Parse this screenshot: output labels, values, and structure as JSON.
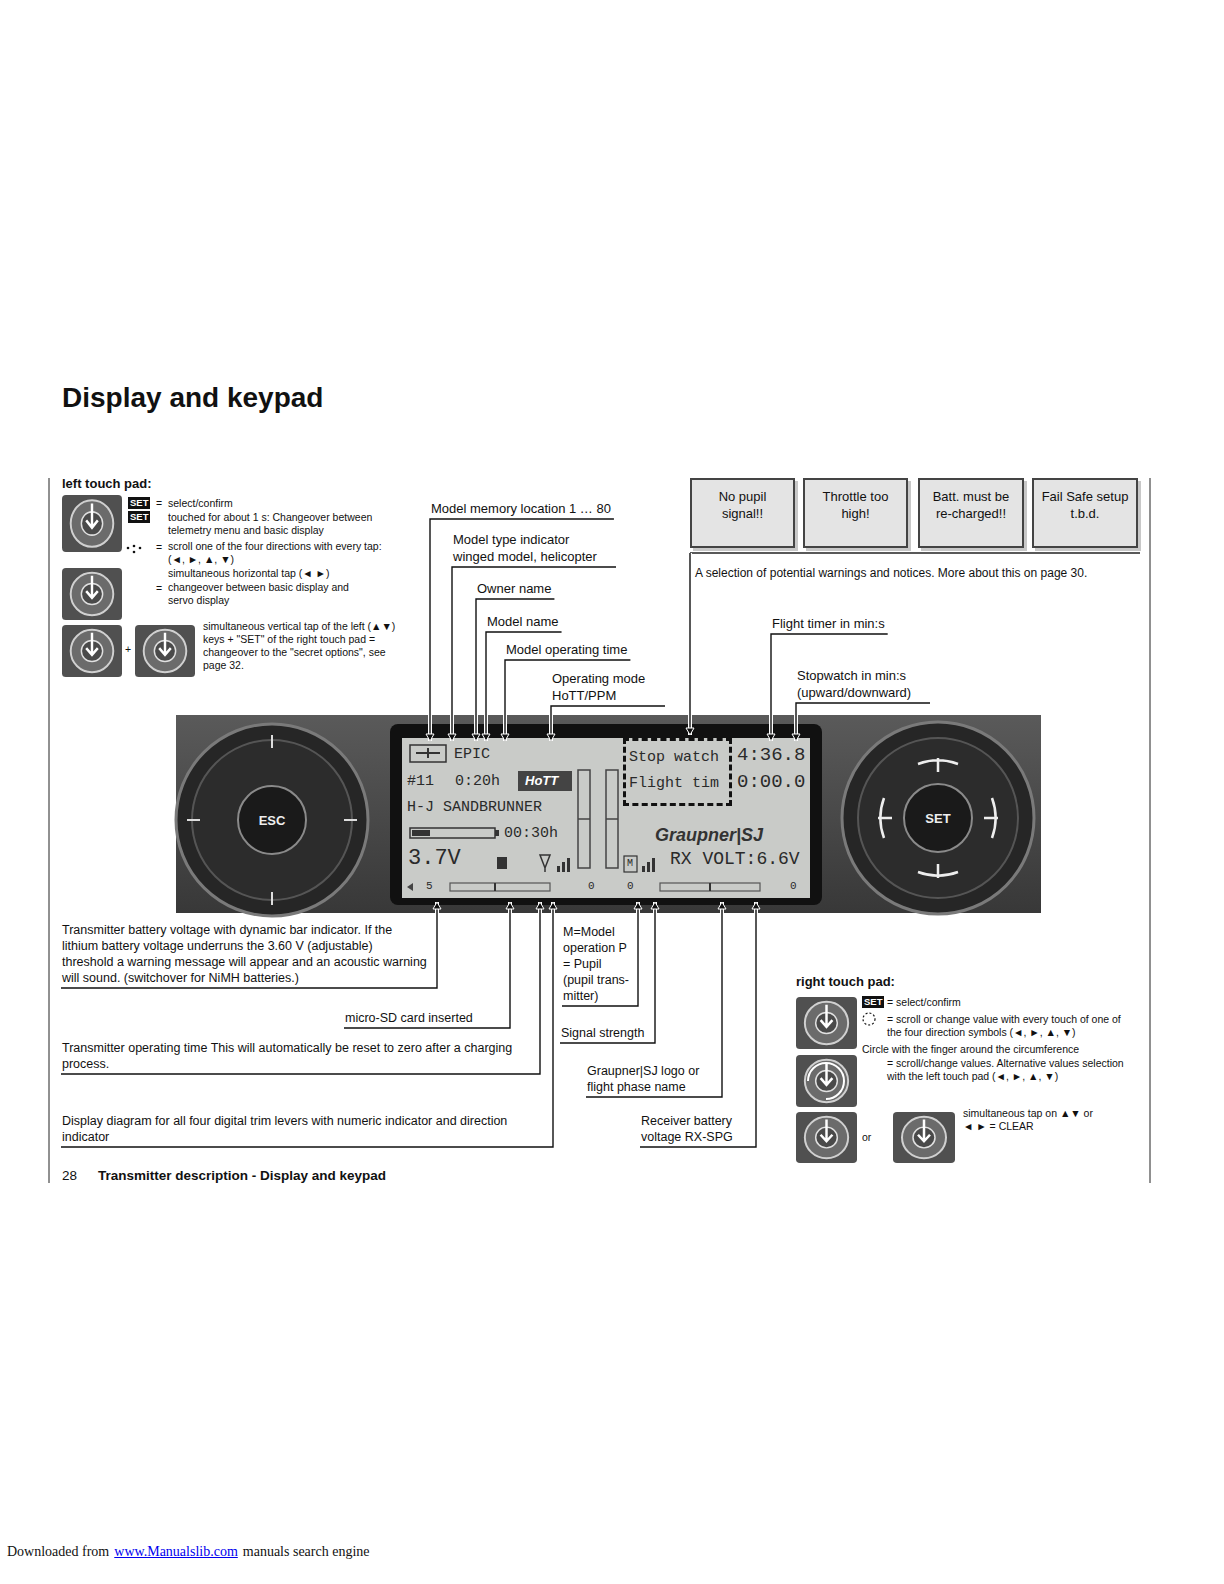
{
  "diagram": {
    "title": "Display and keypad",
    "nodes": [
      {
        "text": [
          "No pupil signal!!"
        ]
      },
      {
        "text": [
          "Throttle too high!"
        ]
      },
      {
        "text": [
          "Batt. must be re-charged!!"
        ]
      },
      {
        "text": [
          "Fail Safe setup t.b.d."
        ]
      },
      {
        "text": [
          "Stop watch",
          "Flight tim"
        ]
      },
      {
        "text": [
          "ESC"
        ]
      },
      {
        "text": [
          "SET"
        ]
      }
    ],
    "labels": [
      "left touch pad:",
      "SET",
      "SET",
      "=",
      "select/confirm",
      "touched for about 1 s: Changeover between telemetry menu and basic display",
      "=",
      "scroll one of the four directions with every tap: (◄, ►, ▲, ▼)",
      "simultaneous horizontal tap (◄ ►)",
      "=",
      "changeover between basic display and servo display",
      "+",
      "simultaneous vertical tap of the left (▲▼) keys + \"SET\" of the right touch pad = changeover to the \"secret options\", see page 32.",
      "Model memory location 1 … 80",
      "Model type indicator winged model, helicopter",
      "Owner name",
      "Model name",
      "Model operating time",
      "Operating mode HoTT/PPM",
      "A selection of potential warnings and notices. More about this on page 30.",
      "Flight timer in min:s",
      "Stopwatch in min:s (upward/downward)",
      "EPIC",
      "#11",
      "0:20h",
      "HoTT",
      "H-J SANDBRUNNER",
      "00:30h",
      "3.7V",
      "4:36.8",
      "0:00.0",
      "Graupner|SJ",
      "M",
      "RX VOLT:6.6V",
      "5",
      "0",
      "0",
      "0",
      "Transmitter battery voltage with dynamic bar indicator. If the lithium battery voltage underruns the 3.60 V (adjustable) threshold a warning message will appear and an acoustic warning will sound. (switchover for NiMH batteries.)",
      "micro-SD card inserted",
      "Transmitter operating time This will automatically be reset to zero after a charging process.",
      "Display diagram for all four digital trim levers with numeric indicator and direction indicator",
      "M=Model operation P = Pupil (pupil trans- mitter)",
      "Signal strength",
      "Graupner|SJ logo or flight phase name",
      "Receiver battery voltage RX-SPG",
      "right touch pad:",
      "SET",
      "= select/confirm",
      "= scroll or change value with every touch of one of the four direction symbols (◄, ►, ▲, ▼)",
      "Circle with the finger around the circumference",
      "= scroll/change values. Alternative values selection with the left touch pad (◄, ►, ▲, ▼)",
      "or",
      "simultaneous tap on ▲▼ or ◄ ► = CLEAR",
      "28",
      "Transmitter description - Display and keypad",
      "Downloaded from",
      "www.Manualslib.com",
      "manuals search engine"
    ]
  }
}
